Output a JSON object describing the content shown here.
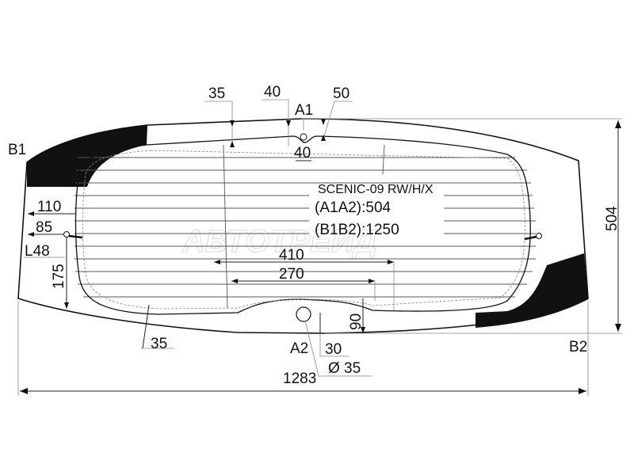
{
  "part": {
    "model": "SCENIC-09 RW/H/X",
    "a1a2": "(A1A2):504",
    "b1b2": "(B1B2):1250"
  },
  "watermark": "АВТОТРЕЙД",
  "points": {
    "a1": "A1",
    "a2": "A2",
    "b1": "B1",
    "b2": "B2"
  },
  "dimensions": {
    "top_35": "35",
    "top_40": "40",
    "top_50": "50",
    "notch_40": "40",
    "left_110": "110",
    "left_85": "85",
    "left_l48": "L48",
    "left_175": "175",
    "width_410": "410",
    "width_270": "270",
    "bottom_90": "90",
    "bottom_35": "35",
    "bottom_30": "30",
    "hole_diameter": "Ø 35",
    "total_width": "1283",
    "total_height": "504"
  },
  "colors": {
    "ceramic_band": "#111111",
    "line": "#111111"
  }
}
